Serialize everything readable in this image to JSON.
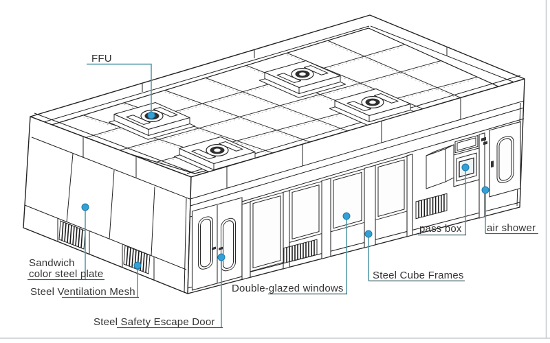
{
  "theme": {
    "background": "#ffffff",
    "line_color": "#222222",
    "label_color": "#333333",
    "leader_color": "#4e96a6",
    "dot_color": "#35a0d6",
    "border_color": "#c6cbce"
  },
  "diagram": {
    "subject": "modular cleanroom isometric illustration",
    "labels": {
      "ffu": "FFU",
      "sandwich_line1": "Sandwich",
      "sandwich_line2": "color steel plate",
      "ventilation_mesh": "Steel Ventilation Mesh",
      "escape_door": "Steel Safety Escape Door",
      "double_glazed": "Double-glazed windows",
      "cube_frames": "Steel Cube Frames",
      "pass_box": "pass box",
      "air_shower": "air shower"
    }
  }
}
